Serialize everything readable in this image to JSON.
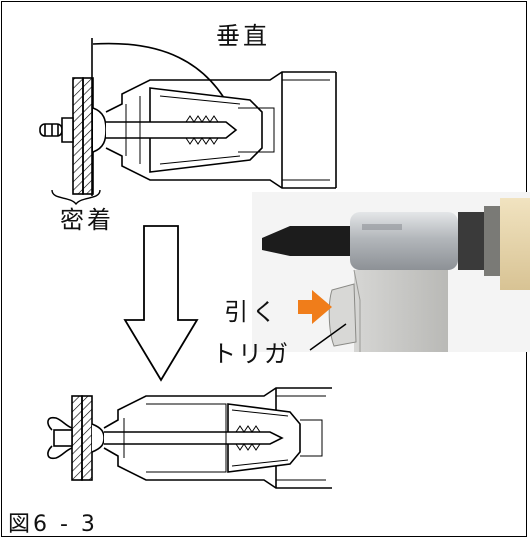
{
  "labels": {
    "vertical": "垂直",
    "close_contact": "密着",
    "pull": "引く",
    "trigger": "トリガ",
    "figure_caption": "図6 - 3"
  },
  "colors": {
    "arrow_orange": "#f07d1a",
    "line": "#000000",
    "tool_silver": "#b8bcc0",
    "tool_body": "#c9c9c7",
    "nose_black": "#1c1c1c",
    "grip_cream": "#e8d6ac"
  }
}
